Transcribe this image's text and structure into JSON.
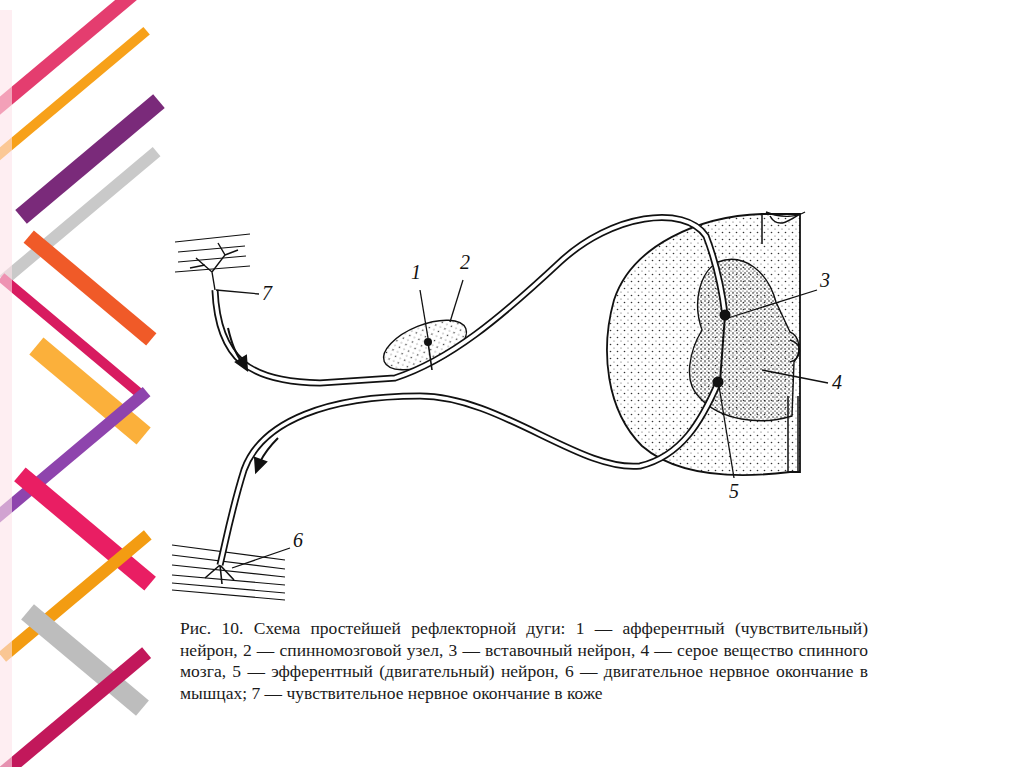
{
  "diagram": {
    "caption": "Рис. 10. Схема простейшей рефлекторной дуги: 1 — афферентный (чувствительный) нейрон, 2 — спинномозговой узел, 3 — вставочный нейрон, 4 — серое вещество спинного мозга, 5 — эфферентный (двигательный) нейрон, 6 — двигательное нервное окончание в мышцах; 7 — чувствительное нервное окончание в коже",
    "labels": [
      "1",
      "2",
      "3",
      "4",
      "5",
      "6",
      "7"
    ]
  }
}
